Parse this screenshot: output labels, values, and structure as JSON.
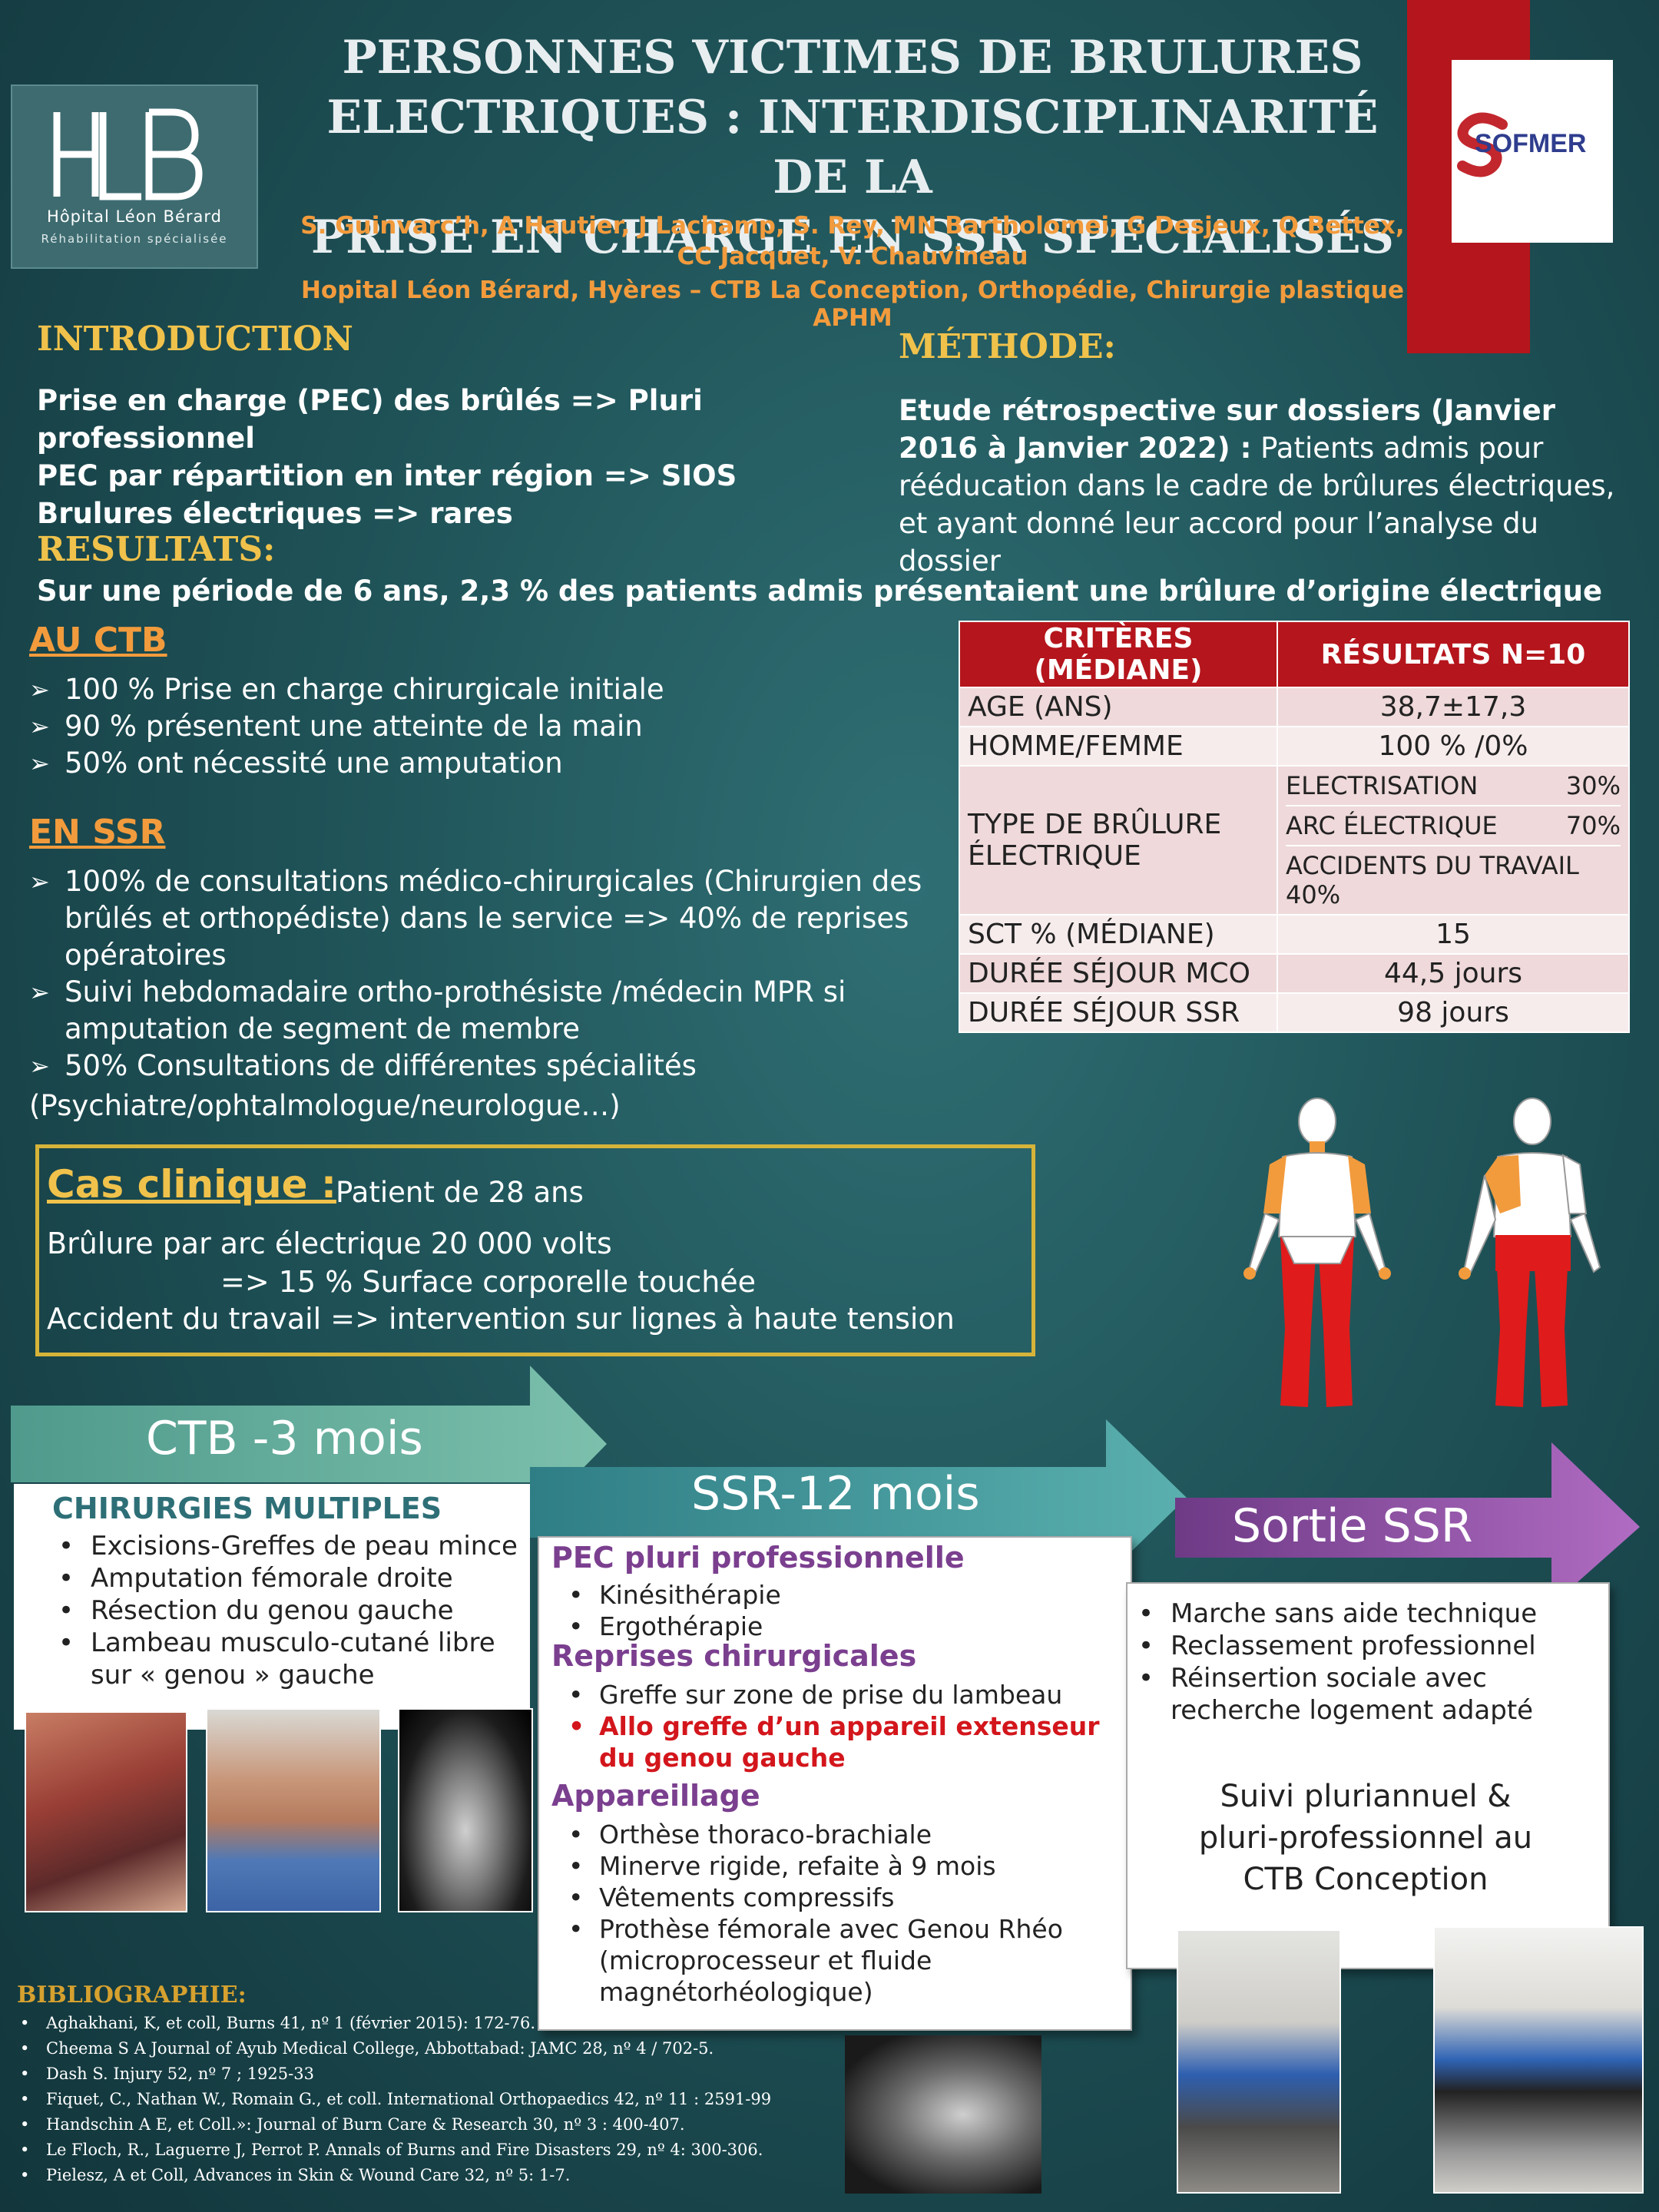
{
  "logos": {
    "hlb_name": "Hôpital Léon Bérard",
    "hlb_sub": "Réhabilitation spécialisée",
    "sofmer": "SOFMER"
  },
  "header": {
    "title_l1": "PERSONNES VICTIMES DE BRULURES",
    "title_l2": "ELECTRIQUES : INTERDISCIPLINARITÉ DE LA",
    "title_l3": "PRISE EN CHARGE EN SSR SPECIALISÉS",
    "authors_l1": "S. Guinvarc’h, A Hautier, J Lachamp, S. Rey, MN Bartholomei, G Desjeux, Q Bettex,",
    "authors_l2": "CC Jacquet, V. Chauvineau",
    "affiliation": "Hopital Léon Bérard, Hyères – CTB La Conception, Orthopédie, Chirurgie plastique APHM"
  },
  "intro": {
    "heading": "INTRODUCTION",
    "colon": ":",
    "lines": [
      "Prise en charge (PEC) des brûlés => Pluri professionnel",
      "PEC par répartition en inter région  => SIOS",
      "Brulures électriques => rares"
    ]
  },
  "methode": {
    "heading": "MÉTHODE:",
    "bold_part": "Etude rétrospective sur dossiers (Janvier 2016 à Janvier 2022) :",
    "rest": " Patients admis pour rééducation dans le cadre de brûlures électriques, et ayant donné leur accord pour l’analyse du dossier"
  },
  "resultats": {
    "heading": "RESULTATS:",
    "summary": "Sur une période de 6 ans, 2,3 % des patients admis présentaient une brûlure d’origine électrique"
  },
  "ctb": {
    "heading": "AU CTB",
    "items": [
      "100 % Prise en charge chirurgicale initiale",
      "90 % présentent une atteinte de la main",
      "50% ont nécessité une amputation"
    ]
  },
  "ssr": {
    "heading": "EN SSR",
    "items": [
      "100% de consultations médico-chirurgicales (Chirurgien des brûlés et orthopédiste) dans le service => 40% de reprises opératoires",
      "Suivi hebdomadaire ortho-prothésiste /médecin MPR si amputation de segment de membre",
      "50% Consultations de différentes spécialités"
    ],
    "tail": "(Psychiatre/ophtalmologue/neurologue…)"
  },
  "table": {
    "col1": "CRITÈRES  (MÉDIANE)",
    "col2": "RÉSULTATS N=10",
    "age_label": "AGE (ANS)",
    "age_value": "38,7±17,3",
    "sex_label": "HOMME/FEMME",
    "sex_value": "100 % /0%",
    "type_label": "TYPE DE BRÛLURE ÉLECTRIQUE",
    "type_1_label": "ELECTRISATION",
    "type_1_value": "30%",
    "type_2_label": "ARC ÉLECTRIQUE",
    "type_2_value": "70%",
    "type_3_label": "ACCIDENTS DU TRAVAIL",
    "type_3_value": "40%",
    "sct_label": "SCT % (MÉDIANE)",
    "sct_value": "15",
    "mco_label": "DURÉE SÉJOUR MCO",
    "mco_value": "44,5 jours",
    "ssr_label": "DURÉE SÉJOUR SSR",
    "ssr_value": "98 jours"
  },
  "case": {
    "title": "Cas clinique :",
    "age": "Patient de 28 ans",
    "l1": "Brûlure par arc électrique 20 000 volts",
    "l2": "=> 15 % Surface corporelle touchée",
    "l3": "Accident du travail => intervention sur lignes à haute tension"
  },
  "timeline": {
    "phase1": {
      "label": "CTB -3 mois",
      "heading": "CHIRURGIES MULTIPLES",
      "items": [
        "Excisions-Greffes de peau mince",
        "Amputation fémorale droite",
        "Résection du genou gauche",
        "Lambeau musculo-cutané libre sur « genou » gauche"
      ]
    },
    "phase2": {
      "label": "SSR-12 mois",
      "h1": "PEC pluri professionnelle",
      "h1_items": [
        "Kinésithérapie",
        "Ergothérapie"
      ],
      "h2": "Reprises chirurgicales",
      "h2_item": "Greffe sur zone de prise du lambeau",
      "h2_item_red": "Allo greffe d’un appareil extenseur du genou  gauche",
      "h3": "Appareillage",
      "h3_items": [
        "Orthèse thoraco-brachiale",
        "Minerve rigide, refaite à 9 mois",
        "Vêtements compressifs",
        "Prothèse fémorale avec Genou Rhéo (microprocesseur et fluide magnétorhéologique)"
      ]
    },
    "phase3": {
      "label": "Sortie SSR",
      "items": [
        "Marche sans aide technique",
        "Reclassement professionnel",
        "Réinsertion sociale avec recherche logement adapté"
      ],
      "follow": "Suivi pluriannuel & pluri-professionnel au CTB Conception"
    }
  },
  "bibliography": {
    "heading": "BIBLIOGRAPHIE:",
    "refs": [
      "Aghakhani, K, et coll, Burns 41, nº 1 (février 2015): 172-76.",
      "Cheema S A Journal of Ayub Medical College, Abbottabad: JAMC 28, nº 4 / 702-5.",
      "Dash S. Injury 52, nº 7 ; 1925-33",
      "Fiquet, C., Nathan W., Romain G., et coll. International Orthopaedics 42, nº 11 : 2591-99",
      "Handschin  A E, et Coll.»: Journal of Burn Care & Research 30, nº 3 :  400-407.",
      "Le Floch, R., Laguerre J, Perrot P. Annals of Burns and Fire Disasters 29, nº 4: 300-306.",
      "Pielesz, A et Coll, Advances in Skin & Wound Care 32, nº 5: 1-7."
    ]
  },
  "colors": {
    "background": "#1f5358",
    "gold": "#f0c24b",
    "orange": "#f29b3d",
    "red": "#b5151c",
    "arrow1": "#5fa89a",
    "arrow2": "#3e8e94",
    "arrow3": "#8a4a9c"
  }
}
